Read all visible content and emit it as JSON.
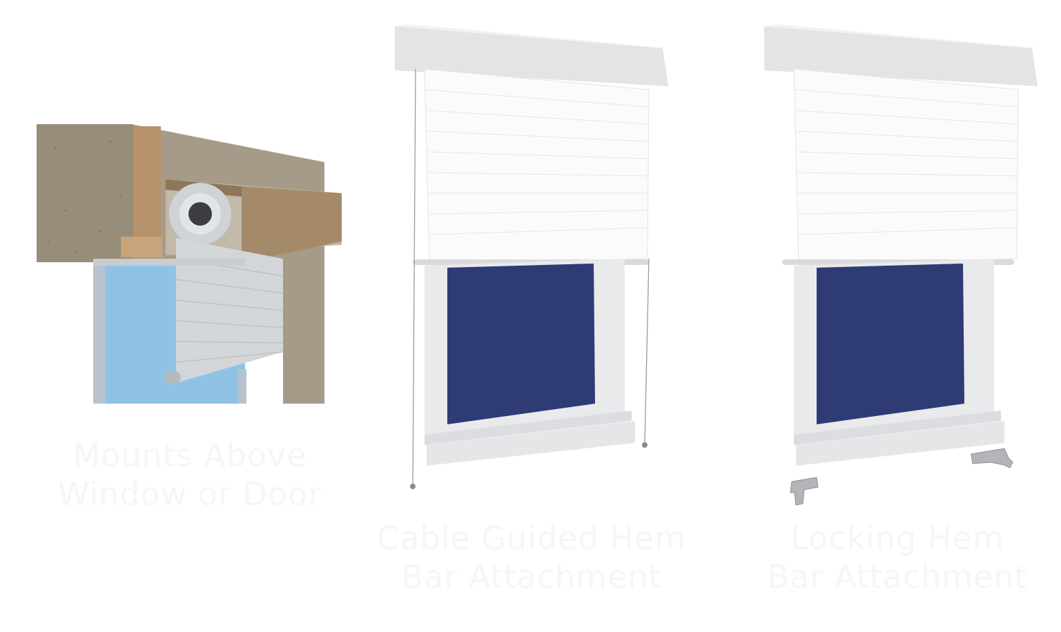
{
  "panels": [
    {
      "caption_line1": "Mounts Above",
      "caption_line2": "Window or Door",
      "illustration": "cutaway-roll-shutter-icon"
    },
    {
      "caption_line1": "Cable Guided Hem",
      "caption_line2": "Bar Attachment",
      "illustration": "cable-guided-shutter-icon"
    },
    {
      "caption_line1": "Locking Hem",
      "caption_line2": "Bar Attachment",
      "illustration": "locking-hem-shutter-icon"
    }
  ],
  "colors": {
    "background": "#ffffff",
    "caption_text": "#f6f6f6",
    "concrete": "#a59b88",
    "wood": "#b8926a",
    "housing": "#a48a68",
    "glass_light": "#8fc3e6",
    "glass_dark": "#27336a",
    "shutter_white": "#fbfbfb"
  }
}
